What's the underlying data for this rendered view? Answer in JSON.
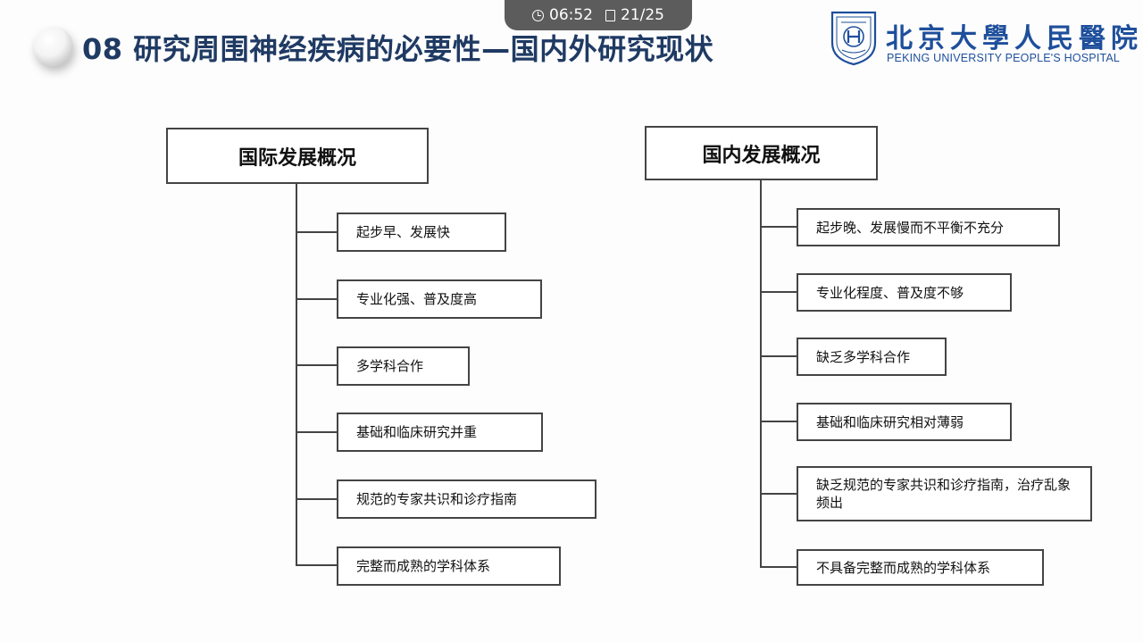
{
  "player": {
    "time": "06:52",
    "page": "21/25"
  },
  "slide": {
    "title": "08 研究周围神经疾病的必要性—国内外研究现状"
  },
  "logo": {
    "name_cn": "北京大學人民醫院",
    "name_en": "PEKING UNIVERSITY PEOPLE'S HOSPITAL"
  },
  "diagram": {
    "international": {
      "heading": "国际发展概况",
      "items": [
        "起步早、发展快",
        "专业化强、普及度高",
        "多学科合作",
        "基础和临床研究并重",
        "规范的专家共识和诊疗指南",
        "完整而成熟的学科体系"
      ]
    },
    "domestic": {
      "heading": "国内发展概况",
      "items": [
        "起步晚、发展慢而不平衡不充分",
        "专业化程度、普及度不够",
        "缺乏多学科合作",
        "基础和临床研究相对薄弱",
        "缺乏规范的专家共识和诊疗指南，治疗乱象频出",
        "不具备完整而成熟的学科体系"
      ]
    }
  },
  "colors": {
    "title": "#1f3a63",
    "logo": "#1e4f9c",
    "border": "#444444"
  }
}
